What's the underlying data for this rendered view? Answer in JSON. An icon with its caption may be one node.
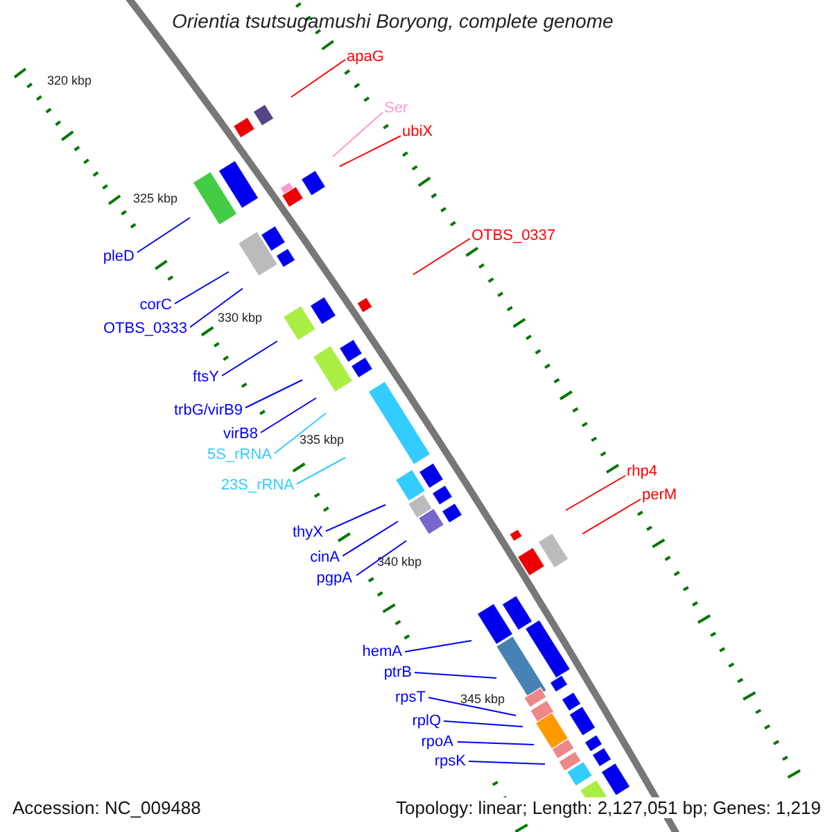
{
  "diagram": {
    "title": "Orientia tsutsugamushi Boryong, complete genome",
    "nodes": [
      {
        "text": [
          "apaG"
        ]
      },
      {
        "text": [
          "Ser"
        ]
      },
      {
        "text": [
          "ubiX"
        ]
      },
      {
        "text": [
          "OTBS_0337"
        ]
      },
      {
        "text": [
          "rhp4"
        ]
      },
      {
        "text": [
          "perM"
        ]
      },
      {
        "text": [
          "pleD"
        ]
      },
      {
        "text": [
          "corC"
        ]
      },
      {
        "text": [
          "OTBS_0333"
        ]
      },
      {
        "text": [
          "ftsY"
        ]
      },
      {
        "text": [
          "trbG/virB9"
        ]
      },
      {
        "text": [
          "virB8"
        ]
      },
      {
        "text": [
          "5S_rRNA"
        ]
      },
      {
        "text": [
          "23S_rRNA"
        ]
      },
      {
        "text": [
          "thyX"
        ]
      },
      {
        "text": [
          "cinA"
        ]
      },
      {
        "text": [
          "pgpA"
        ]
      },
      {
        "text": [
          "hemA"
        ]
      },
      {
        "text": [
          "ptrB"
        ]
      },
      {
        "text": [
          "rpsT"
        ]
      },
      {
        "text": [
          "rplQ"
        ]
      },
      {
        "text": [
          "rpoA"
        ]
      },
      {
        "text": [
          "rpsK"
        ]
      }
    ],
    "edges": [
      {
        "from": 0,
        "to": null,
        "arrow": "none",
        "color": "#ff0000"
      },
      {
        "from": 1,
        "to": null,
        "arrow": "none",
        "color": "#ff99cc"
      },
      {
        "from": 2,
        "to": null,
        "arrow": "none",
        "color": "#ff0000"
      },
      {
        "from": 3,
        "to": null,
        "arrow": "none",
        "color": "#ff0000"
      },
      {
        "from": 4,
        "to": null,
        "arrow": "none",
        "color": "#ff0000"
      },
      {
        "from": 5,
        "to": null,
        "arrow": "none",
        "color": "#ff0000"
      },
      {
        "from": 6,
        "to": null,
        "arrow": "none"
      },
      {
        "from": 7,
        "to": null,
        "arrow": "none"
      },
      {
        "from": 8,
        "to": null,
        "arrow": "none"
      },
      {
        "from": 9,
        "to": null,
        "arrow": "none"
      },
      {
        "from": 10,
        "to": null,
        "arrow": "none"
      },
      {
        "from": 11,
        "to": null,
        "arrow": "none"
      },
      {
        "from": 12,
        "to": null,
        "arrow": "none",
        "color": "#33ccff"
      },
      {
        "from": 13,
        "to": null,
        "arrow": "none",
        "color": "#33ccff"
      },
      {
        "from": 14,
        "to": null,
        "arrow": "none"
      },
      {
        "from": 15,
        "to": null,
        "arrow": "none"
      },
      {
        "from": 16,
        "to": null,
        "arrow": "none"
      },
      {
        "from": 17,
        "to": null,
        "arrow": "none"
      },
      {
        "from": 18,
        "to": null,
        "arrow": "none"
      },
      {
        "from": 19,
        "to": null,
        "arrow": "none"
      },
      {
        "from": 20,
        "to": null,
        "arrow": "none"
      },
      {
        "from": 21,
        "to": null,
        "arrow": "none"
      },
      {
        "from": 22,
        "to": null,
        "arrow": "none"
      }
    ],
    "labels": [
      "320 kbp",
      "325 kbp",
      "330 kbp",
      "335 kbp",
      "340 kbp",
      "345 kbp",
      "Accession: NC_009488",
      "Topology: linear; Length: 2,127,051 bp; Genes: 1,219"
    ]
  }
}
